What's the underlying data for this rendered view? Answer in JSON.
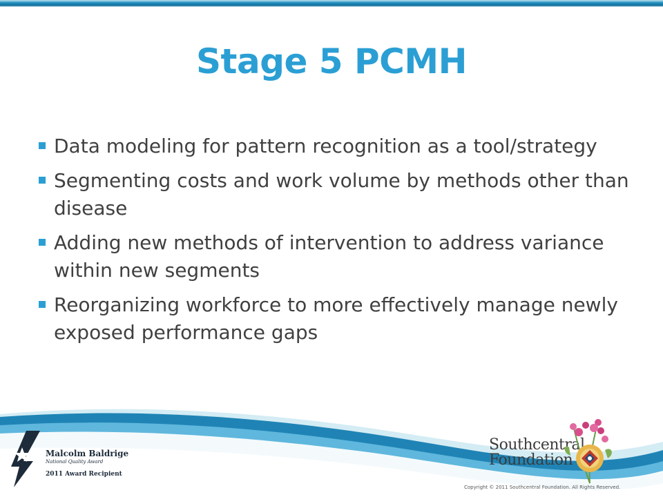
{
  "slide": {
    "title": "Stage 5 PCMH",
    "bullets": [
      "Data modeling for pattern recognition as a tool/strategy",
      "Segmenting costs and work volume by methods other than disease",
      "Adding new methods of intervention to address variance within new segments",
      "Reorganizing workforce to more effectively manage newly exposed performance gaps"
    ]
  },
  "footer": {
    "baldrige": {
      "line1": "Malcolm Baldrige",
      "line2": "National Quality Award",
      "line3": "2011 Award Recipient"
    },
    "organization": {
      "line1": "Southcentral",
      "line2": "Foundation"
    },
    "copyright": "Copyright © 2011 Southcentral Foundation. All Rights Reserved."
  },
  "colors": {
    "title": "#2b9fd4",
    "bullet_marker": "#2b9fd4",
    "body_text": "#404040",
    "wave_dark": "#156e99",
    "wave_light": "#bfe3ee"
  },
  "icons": [
    "baldrige-star-logo",
    "fireweed-flower-logo"
  ]
}
